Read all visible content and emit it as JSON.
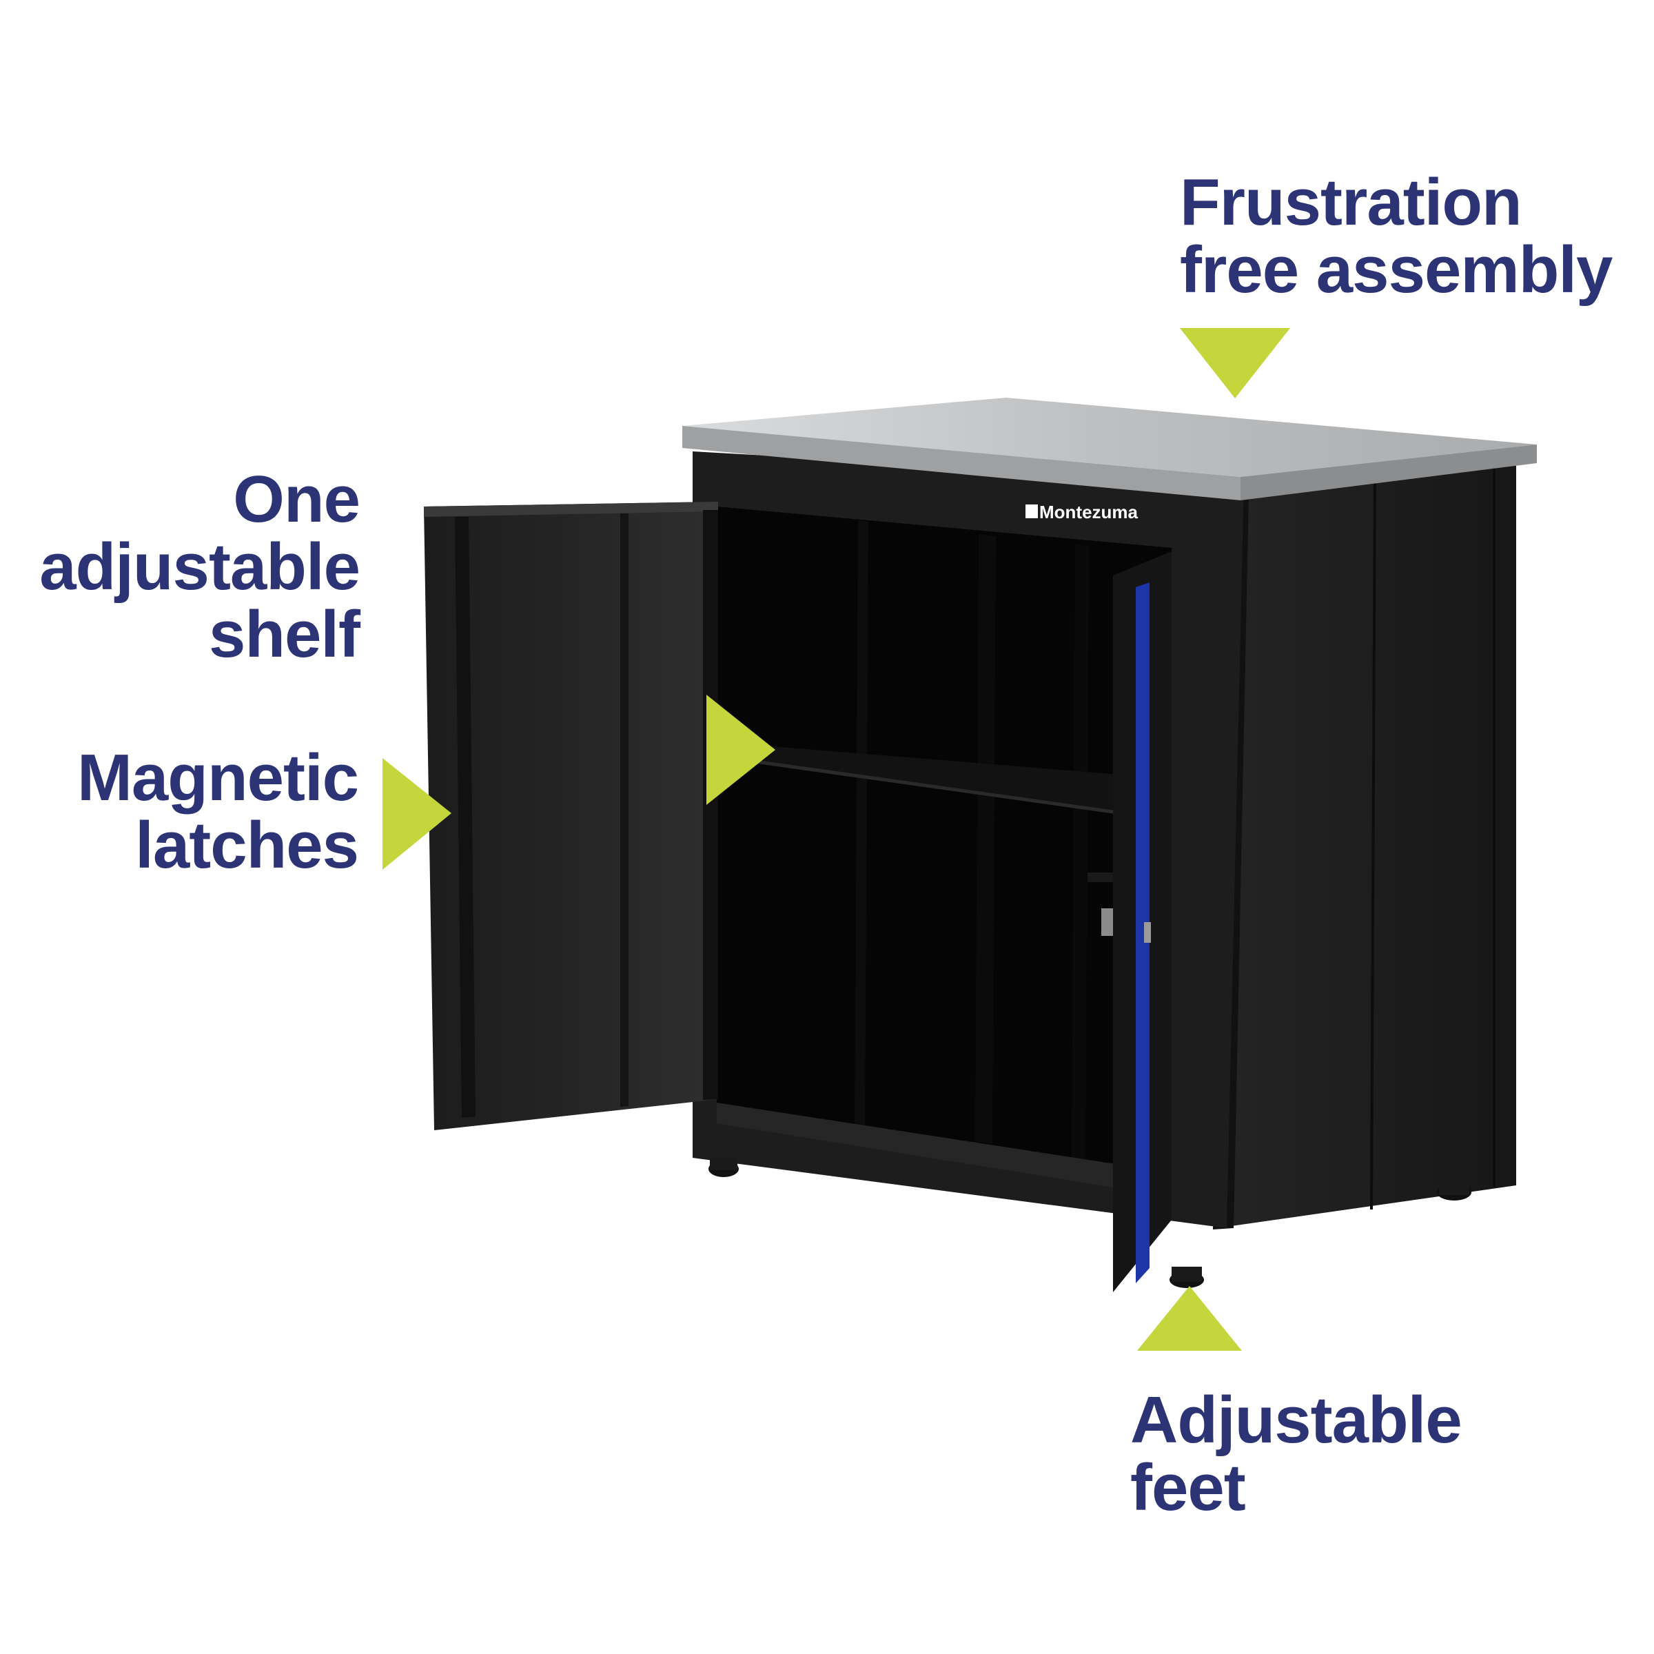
{
  "callouts": {
    "assembly": {
      "line1": "Frustration",
      "line2": "free assembly"
    },
    "shelf": {
      "line1": "One",
      "line2": "adjustable",
      "line3": "shelf"
    },
    "latches": {
      "line1": "Magnetic",
      "line2": "latches"
    },
    "feet": {
      "line1": "Adjustable",
      "line2": "feet"
    }
  },
  "brand": {
    "logo_text": "Montezuma"
  },
  "colors": {
    "label_text": "#2c3476",
    "arrow": "#c5d63c",
    "cabinet_body": "#232323",
    "interior": "#050505",
    "countertop": "#c8cacc",
    "door_trim": "#1e35a8"
  }
}
